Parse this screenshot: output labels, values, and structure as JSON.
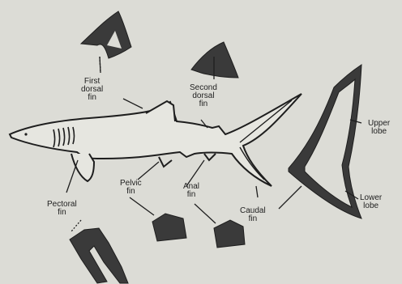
{
  "labels": {
    "first_dorsal_fin": [
      "First",
      "dorsal",
      "fin"
    ],
    "second_dorsal_fin": [
      "Second",
      "dorsal",
      "fin"
    ],
    "upper_lobe": [
      "Upper",
      "lobe"
    ],
    "lower_lobe": [
      "Lower",
      "lobe"
    ],
    "pectoral_fin": [
      "Pectoral",
      "fin"
    ],
    "pelvic_fin": [
      "Pelvic",
      "fin"
    ],
    "anal_fin": [
      "Anal",
      "fin"
    ],
    "caudal_fin": [
      "Caudal",
      "fin"
    ]
  },
  "colors": {
    "background": "#dcdcd6",
    "ink": "#1e1e1e",
    "fin_fill": "#3a3a3a",
    "body_fill": "#e6e6e0"
  }
}
